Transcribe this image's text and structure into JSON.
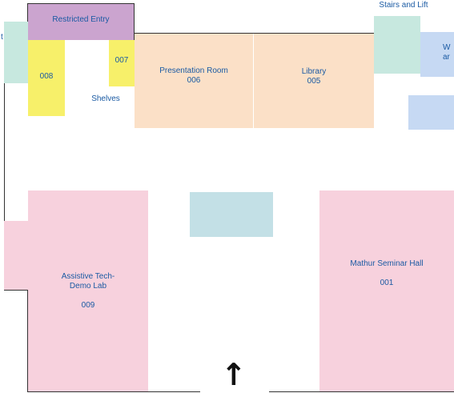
{
  "map": {
    "restricted_entry": "Restricted Entry",
    "stairs_lift": "Stairs and Lift",
    "room_008": "008",
    "room_007": "007",
    "shelves": "Shelves",
    "presentation_room": {
      "name": "Presentation Room",
      "number": "006"
    },
    "library": {
      "name": "Library",
      "number": "005"
    },
    "assistive_lab": {
      "name": "Assistive Tech-\nDemo Lab",
      "number": "009"
    },
    "mathur_hall": {
      "name": "Mathur Seminar Hall",
      "number": "001"
    },
    "left_edge_fragment": "t",
    "right_edge_fragment": "W\nar",
    "entrance_arrow": "↑"
  },
  "colors": {
    "restricted": "#cba4cf",
    "storage": "#f7f06a",
    "rooms_upper": "#fbe0c7",
    "stairs": "#c7e8df",
    "side_rooms": "#c6d9f3",
    "halls": "#f7d1dd",
    "central_block": "#c3e0e6",
    "label_text": "#1a5aa3"
  }
}
